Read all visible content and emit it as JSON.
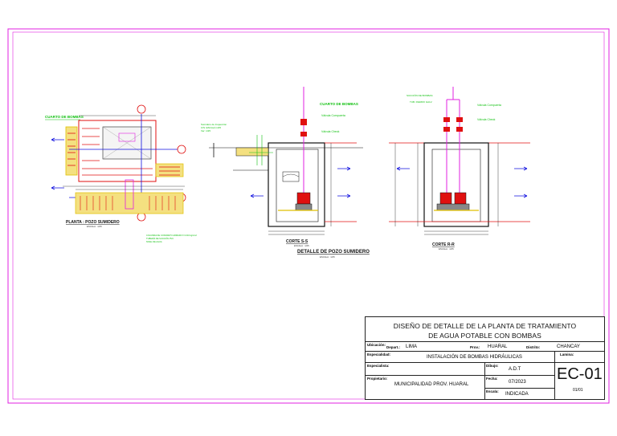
{
  "drawing": {
    "plan_title": "PLANTA : POZO SUMIDERO",
    "plan_label": "CUARTO DE BOMBAS",
    "section1_title": "CORTE S-S",
    "section2_title": "CORTE R-R",
    "detail_title": "DETALLE DE POZO SUMIDERO",
    "pump_room_label": "CUARTO DE BOMBAS",
    "valve_check": "Válvula Check",
    "valve_gate": "Válvula Compuerta",
    "scale_small": "ESCALA : 1/25",
    "scale_detail": "ESCALA : 1/25"
  },
  "title_block": {
    "title_line1": "DISEÑO DE DETALLE DE LA PLANTA DE TRATAMIENTO",
    "title_line2": "DE AGUA POTABLE CON BOMBAS",
    "ubicacion_label": "Ubicación:",
    "depart_label": "Depart.:",
    "depart_value": "LIMA",
    "prov_label": "Prov.:",
    "prov_value": "HUARAL",
    "distrito_label": "Distrito:",
    "distrito_value": "CHANCAY",
    "especialidad_label": "Especialidad:",
    "especialidad_value": "INSTALACIÓN DE BOMBAS HIDRÁULICAS",
    "lamina_label": "Lamina:",
    "especialista_label": "Especialista:",
    "dibujo_label": "Dibujo:",
    "dibujo_value": "A.D.T",
    "propietario_label": "Propietario:",
    "propietario_value": "MUNICIPALIDAD PROV. HUARAL",
    "fecha_label": "Fecha:",
    "fecha_value": "07/2023",
    "escala_label": "Escala:",
    "escala_value": "INDICADA",
    "sheet_code": "EC-01",
    "sheet_number": "01/01"
  },
  "colors": {
    "border": "#e020e0",
    "red": "#e01010",
    "blue": "#1010e0",
    "green": "#10c010",
    "yellow": "#e0c000",
    "black": "#111111"
  }
}
